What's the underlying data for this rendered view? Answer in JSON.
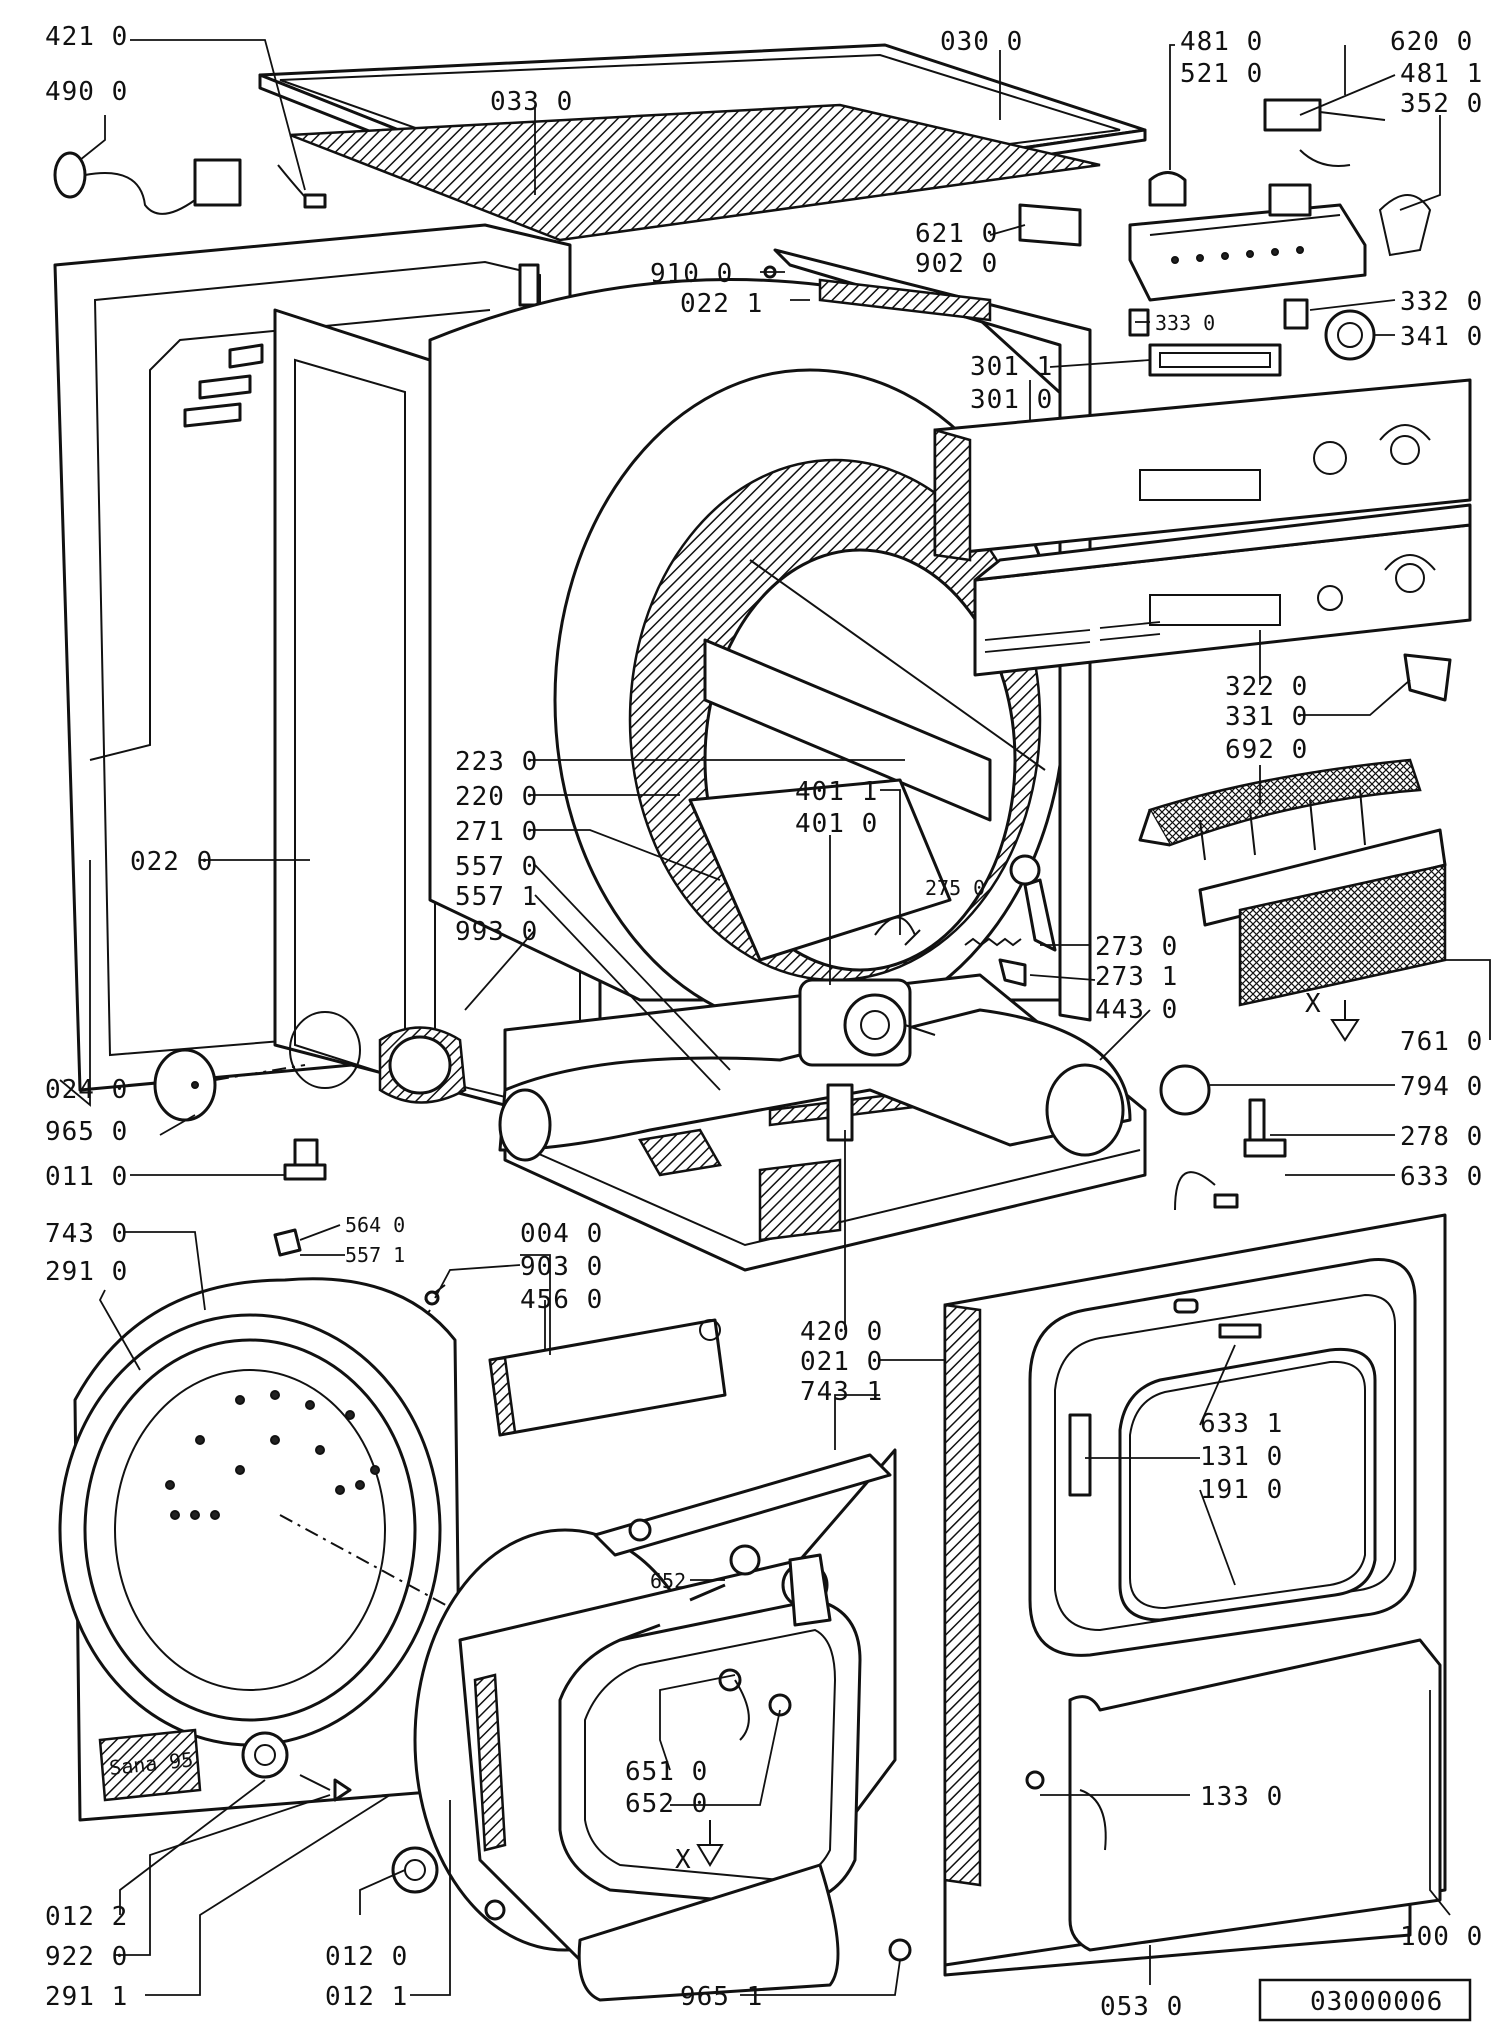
{
  "drawing_number": "03000006",
  "markers": {
    "view_x_right": "X",
    "view_x_bottom": "X"
  },
  "labels": {
    "p4210": "421 0",
    "p4900": "490 0",
    "p0300": "030 0",
    "p0330": "033 0",
    "p4810a": "481 0",
    "p5210": "521 0",
    "p6200": "620 0",
    "p4811": "481 1",
    "p3520": "352 0",
    "p6210": "621 0",
    "p9020": "902 0",
    "p9100": "910 0",
    "p0221": "022 1",
    "p3320": "332 0",
    "p3330": "333 0",
    "p3410": "341 0",
    "p3011": "301 1",
    "p3010": "301 0",
    "p3220": "322 0",
    "p3310": "331 0",
    "p6920": "692 0",
    "p2230": "223 0",
    "p2200": "220 0",
    "p2710": "271 0",
    "p5570": "557 0",
    "p5571": "557 1",
    "p9930": "993 0",
    "p4011": "401 1",
    "p4010": "401 0",
    "p2750": "275 0",
    "p2730": "273 0",
    "p2731": "273 1",
    "p4430": "443 0",
    "p0220": "022 0",
    "p0240": "024 0",
    "p9650": "965 0",
    "p0110": "011 0",
    "p7610": "761 0",
    "p7940": "794 0",
    "p2780": "278 0",
    "p6330": "633 0",
    "p7430": "743 0",
    "p2910": "291 0",
    "p5640": "564 0",
    "p5571b": "557 1",
    "p0040": "004 0",
    "p9030": "903 0",
    "p4560": "456 0",
    "p4200": "420 0",
    "p0210": "021 0",
    "p7431": "743 1",
    "p6331": "633 1",
    "p1310": "131 0",
    "p1910": "191 0",
    "p652s": "652",
    "p6510": "651 0",
    "p6520": "652 0",
    "p1330": "133 0",
    "p1000": "100 0",
    "p0530": "053 0",
    "p0122": "012 2",
    "p9220": "922 0",
    "p2911": "291 1",
    "p0120": "012 0",
    "p0121": "012 1",
    "p9651": "965 1"
  },
  "imprint_text": "Sana 95"
}
